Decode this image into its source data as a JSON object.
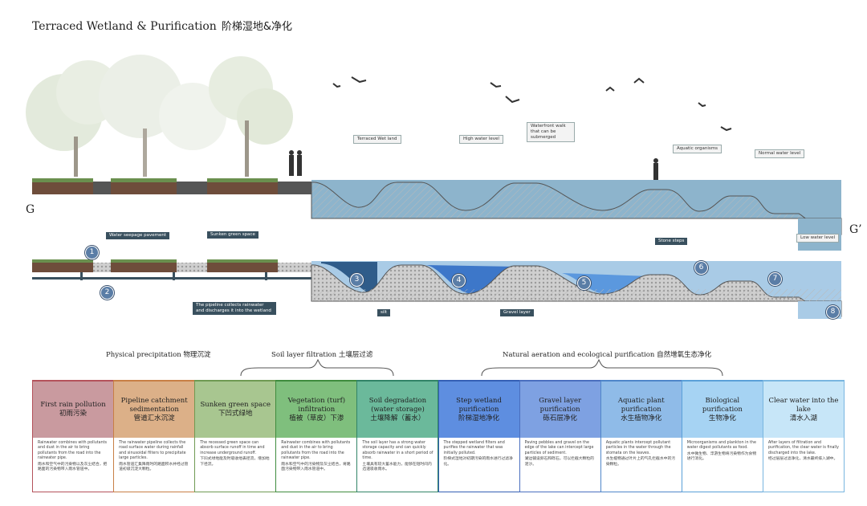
{
  "title": {
    "en": "Terraced Wetland & Purification",
    "cn": "阶梯湿地&净化"
  },
  "section_labels": {
    "start": "G",
    "end": "G’"
  },
  "top_callouts": [
    {
      "text": "Terraced Wet land"
    },
    {
      "text": "High water level"
    },
    {
      "text": "Waterfront walk that can be submerged"
    },
    {
      "text": "Aquatic organisms"
    },
    {
      "text": "Normal water level"
    },
    {
      "text": "Low water level"
    }
  ],
  "bottom_callouts": [
    {
      "text": "Water seepage pavement"
    },
    {
      "text": "Sunken green space"
    },
    {
      "text": "Stone steps"
    },
    {
      "text": "The pipeline collects rainwater and discharges it into the wetland"
    },
    {
      "text": "silt"
    },
    {
      "text": "Gravel layer"
    }
  ],
  "markers": [
    "1",
    "2",
    "3",
    "4",
    "5",
    "6",
    "7",
    "8"
  ],
  "groups": [
    {
      "en": "Physical precipitation",
      "cn": "物理沉淀"
    },
    {
      "en": "Soil layer filtration",
      "cn": "土壤层过滤"
    },
    {
      "en": "Natural aeration and ecological purification",
      "cn": "自然增氧生态净化"
    }
  ],
  "cards": [
    {
      "en": "First rain pollution",
      "cn": "初雨污染",
      "bg": "#c99a9f",
      "border": "#b4525b",
      "desc": "Rainwater combines with pollutants and dust in the air to bring pollutants from the road into the rainwater pipe.",
      "desc_cn": "雨水和空气中的污染物以及灰尘结合，把路面的污染物带入雨水管道中。"
    },
    {
      "en": "Pipeline catchment sedimentation",
      "cn": "管道汇水沉淀",
      "bg": "#dcb088",
      "border": "#c87f45",
      "desc": "The rainwater pipeline collects the road surface water during rainfall and sinusoidal filters to precipitate large particles.",
      "desc_cn": "雨水管道汇集降雨时的路面积水并经过管道初级沉淀大颗粒。"
    },
    {
      "en": "Sunken green space",
      "cn": "下凹式绿地",
      "bg": "#a8c690",
      "border": "#6f9a53",
      "desc": "The recessed green space can absorb surface runoff in time and increase underground runoff.",
      "desc_cn": "下凹式绿地能及时吸收地表径流，增加地下径流。"
    },
    {
      "en": "Vegetation (turf) infiltration",
      "cn": "植被（草皮）下渗",
      "bg": "#7fbf7d",
      "border": "#3f8c3e",
      "desc": "Rainwater combines with pollutants and dust in the air to bring pollutants from the road into the rainwater pipe.",
      "desc_cn": "雨水和空气中的污染物及灰尘结合，将路面污染物带入雨水管道中。"
    },
    {
      "en": "Soil degradation (water storage)",
      "cn": "土壤降解（蓄水）",
      "bg": "#6bb99b",
      "border": "#328467",
      "desc": "The soil layer has a strong water storage capacity and can quickly absorb rainwater in a short period of time.",
      "desc_cn": "土壤具有较大蓄水能力，能够在短时间内迅速吸收雨水。"
    },
    {
      "en": "Step wetland purification",
      "cn": "阶梯湿地净化",
      "bg": "#5e8ee0",
      "border": "#3560b5",
      "desc": "The stepped wetland filters and purifies the rainwater that was initially polluted.",
      "desc_cn": "阶梯式湿地对初期污染的雨水进行过滤净化。"
    },
    {
      "en": "Gravel layer purification",
      "cn": "砾石层净化",
      "bg": "#7ea1e2",
      "border": "#4a6fbf",
      "desc": "Paving pebbles and gravel on the edge of the lake can intercept large particles of sediment.",
      "desc_cn": "湖边铺设卵石和砾石，可以拦截大颗粒的泥沙。"
    },
    {
      "en": "Aquatic plant purification",
      "cn": "水生植物净化",
      "bg": "#8fbbe8",
      "border": "#4f86c9",
      "desc": "Aquatic plants intercept pollutant particles in the water through the stomata on the leaves.",
      "desc_cn": "水生植物通过叶片上的气孔拦截水中的污染颗粒。"
    },
    {
      "en": "Biological purification",
      "cn": "生物净化",
      "bg": "#a6d3f3",
      "border": "#5aa0d8",
      "desc": "Microorganisms and plankton in the water digest pollutants as food.",
      "desc_cn": "水中微生物、浮游生物将污染物作为食物进行消化。"
    },
    {
      "en": "Clear water into the lake",
      "cn": "清水入湖",
      "bg": "#c7e6f8",
      "border": "#79b6e0",
      "desc": "After layers of filtration and purification, the clear water is finally discharged into the lake.",
      "desc_cn": "经过层层过滤净化，清水最终排入湖中。"
    }
  ]
}
